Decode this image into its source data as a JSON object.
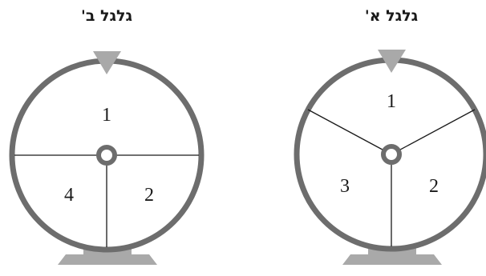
{
  "wheels": {
    "left": {
      "title": "גלגל ב'",
      "sectors": [
        "1",
        "2",
        "4"
      ]
    },
    "right": {
      "title": "גלגל א'",
      "sectors": [
        "1",
        "2",
        "3"
      ]
    }
  },
  "colors": {
    "rim": "#6d6d6d",
    "base": "#a9a9a9",
    "pointer": "#a9a9a9",
    "lines": "#1a1a1a"
  }
}
